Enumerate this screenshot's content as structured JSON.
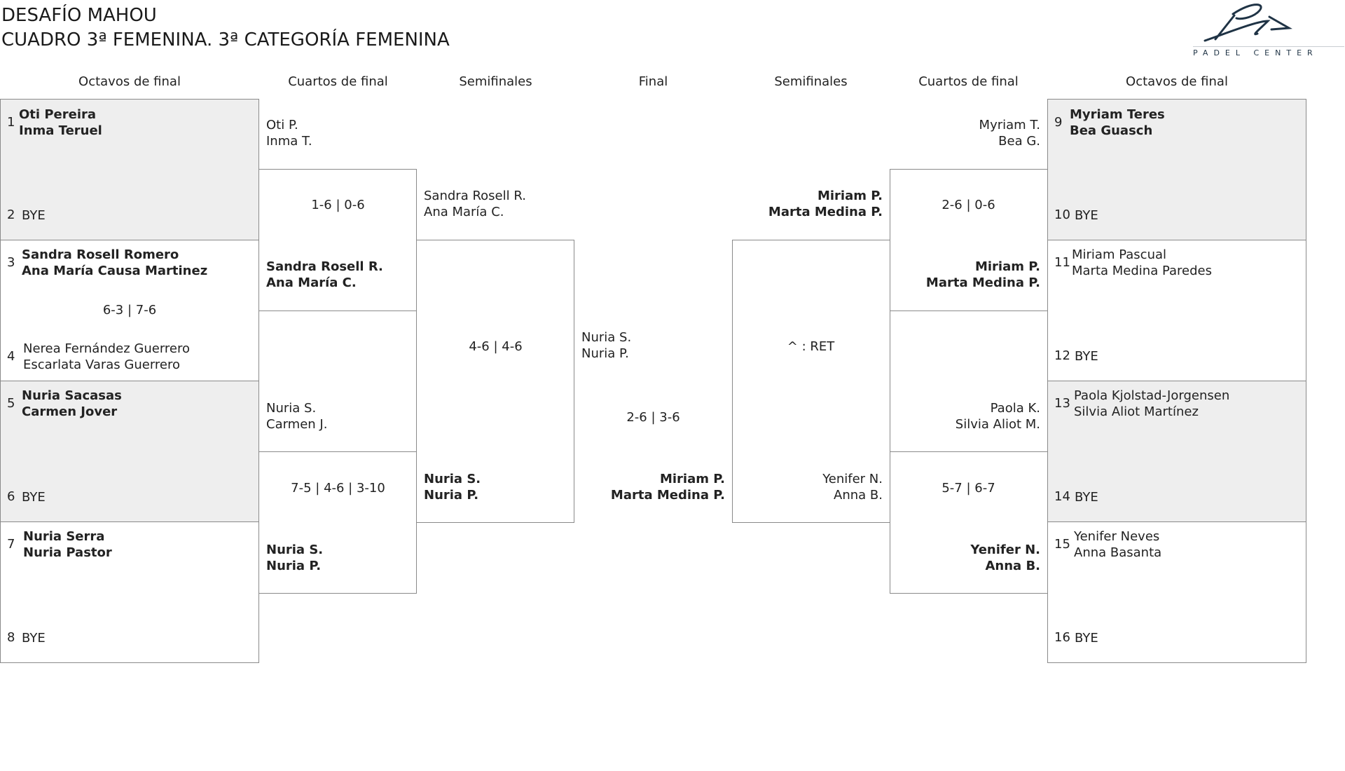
{
  "header": {
    "title": "DESAFÍO MAHOU",
    "subtitle": "CUADRO 3ª FEMENINA. 3ª CATEGORÍA FEMENINA",
    "logo_text": "PADEL CENTER"
  },
  "rounds": {
    "left_r16": "Octavos de final",
    "left_qf": "Cuartos de final",
    "left_sf": "Semifinales",
    "final": "Final",
    "right_sf": "Semifinales",
    "right_qf": "Cuartos de final",
    "right_r16": "Octavos de final"
  },
  "left_r16": [
    {
      "seed_a": "1",
      "a1": "Oti Pereira",
      "a2": "Inma Teruel",
      "seed_b": "2",
      "b1": "BYE",
      "b2": "",
      "score": ""
    },
    {
      "seed_a": "3",
      "a1": "Sandra Rosell Romero",
      "a2": "Ana María Causa Martinez",
      "seed_b": "4",
      "b1": "Nerea Fernández Guerrero",
      "b2": "Escarlata Varas Guerrero",
      "score": "6-3 | 7-6"
    },
    {
      "seed_a": "5",
      "a1": "Nuria Sacasas",
      "a2": "Carmen Jover",
      "seed_b": "6",
      "b1": "BYE",
      "b2": "",
      "score": ""
    },
    {
      "seed_a": "7",
      "a1": "Nuria Serra",
      "a2": "Nuria Pastor",
      "seed_b": "8",
      "b1": "BYE",
      "b2": "",
      "score": ""
    }
  ],
  "left_qf": [
    {
      "t1": "Oti P.",
      "t2": "Inma T.",
      "b1": "Sandra Rosell R.",
      "b2": "Ana María C.",
      "score": "1-6 | 0-6"
    },
    {
      "t1": "Nuria S.",
      "t2": "Carmen J.",
      "b1": "Nuria S.",
      "b2": "Nuria P.",
      "score": "7-5 | 4-6 | 3-10"
    }
  ],
  "left_sf": {
    "t1": "Sandra Rosell R.",
    "t2": "Ana María C.",
    "b1": "Nuria S.",
    "b2": "Nuria P.",
    "score": "4-6 | 4-6"
  },
  "final": {
    "t1": "Nuria S.",
    "t2": "Nuria P.",
    "score": "2-6 | 3-6",
    "b1": "Miriam P.",
    "b2": "Marta Medina P."
  },
  "right_sf": {
    "t1": "Miriam P.",
    "t2": "Marta Medina P.",
    "b1": "Yenifer N.",
    "b2": "Anna B.",
    "score": "^ : RET"
  },
  "right_qf": [
    {
      "t1": "Myriam T.",
      "t2": "Bea G.",
      "b1": "Miriam P.",
      "b2": "Marta Medina P.",
      "score": "2-6 | 0-6"
    },
    {
      "t1": "Paola K.",
      "t2": "Silvia Aliot M.",
      "b1": "Yenifer N.",
      "b2": "Anna B.",
      "score": "5-7 | 6-7"
    }
  ],
  "right_r16": [
    {
      "seed_a": "9",
      "a1": "Myriam Teres",
      "a2": "Bea Guasch",
      "seed_b": "10",
      "b1": "BYE",
      "b2": ""
    },
    {
      "seed_a": "11",
      "a1": "Miriam Pascual",
      "a2": "Marta Medina Paredes",
      "seed_b": "12",
      "b1": "BYE",
      "b2": ""
    },
    {
      "seed_a": "13",
      "a1": "Paola Kjolstad-Jorgensen",
      "a2": "Silvia Aliot Martínez",
      "seed_b": "14",
      "b1": "BYE",
      "b2": ""
    },
    {
      "seed_a": "15",
      "a1": "Yenifer Neves",
      "a2": "Anna Basanta",
      "seed_b": "16",
      "b1": "BYE",
      "b2": ""
    }
  ]
}
